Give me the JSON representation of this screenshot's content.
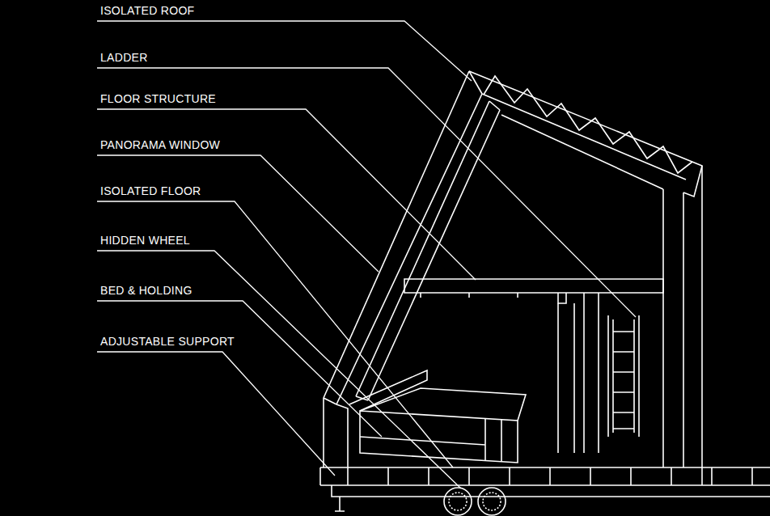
{
  "diagram": {
    "labels": [
      "ISOLATED ROOF",
      "LADDER",
      "FLOOR STRUCTURE",
      "PANORAMA WINDOW",
      "ISOLATED FLOOR",
      "HIDDEN WHEEL",
      "BED & HOLDING",
      "ADJUSTABLE SUPPORT"
    ]
  }
}
